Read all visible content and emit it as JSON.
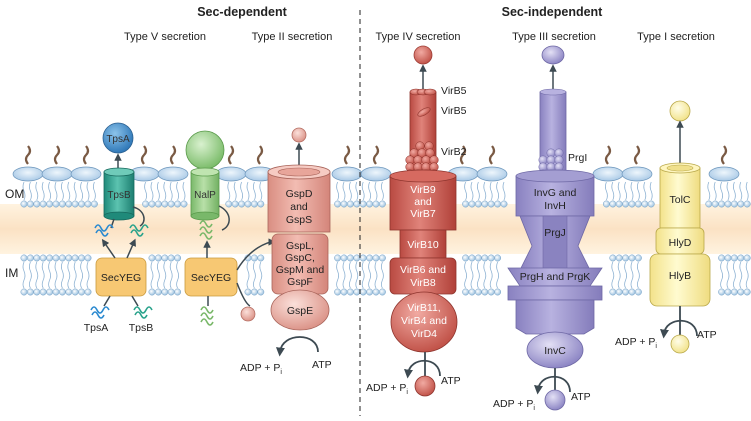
{
  "headers": {
    "sec_dependent": "Sec-dependent",
    "sec_independent": "Sec-independent"
  },
  "systems": {
    "type5": "Type V secretion",
    "type2": "Type II secretion",
    "type4": "Type IV secretion",
    "type3": "Type III secretion",
    "type1": "Type I secretion"
  },
  "membranes": {
    "om": "OM",
    "im": "IM"
  },
  "type5": {
    "tpsa_secreted": "TpsA",
    "tpsb": "TpsB",
    "nalp": "NalP",
    "secyeg_1": "SecYEG",
    "secyeg_2": "SecYEG",
    "tpsa_below": "TpsA",
    "tpsb_below": "TpsB"
  },
  "type2": {
    "gspd_line1": "GspD",
    "gspd_line2": "and",
    "gspd_line3": "GspS",
    "gspl_line1": "GspL,",
    "gspl_line2": "GspC,",
    "gspl_line3": "GspM and",
    "gspl_line4": "GspF",
    "gspe": "GspE",
    "adp": "ADP + P",
    "pi_sub": "i",
    "atp": "ATP"
  },
  "type4": {
    "virb5_a": "VirB5",
    "virb5_b": "VirB5",
    "virb2": "VirB2",
    "virb9_line1": "VirB9",
    "virb9_line2": "and",
    "virb9_line3": "VirB7",
    "virb10": "VirB10",
    "virb6_line1": "VirB6 and",
    "virb6_line2": "VirB8",
    "virb11_line1": "VirB11,",
    "virb11_line2": "VirB4 and",
    "virb11_line3": "VirD4",
    "adp": "ADP + P",
    "pi_sub": "i",
    "atp": "ATP"
  },
  "type3": {
    "prgi_needle": "PrgI",
    "invg_line1": "InvG and",
    "invg_line2": "InvH",
    "prgj": "PrgJ",
    "prgh": "PrgH and PrgK",
    "invc": "InvC",
    "adp": "ADP + P",
    "pi_sub": "i",
    "atp": "ATP"
  },
  "type1": {
    "tolc": "TolC",
    "hlyd": "HlyD",
    "hlyb": "HlyB",
    "adp": "ADP + P",
    "pi_sub": "i",
    "atp": "ATP"
  },
  "colors": {
    "type5_blue": "#3a86c8",
    "type5_teal": "#2fa08e",
    "type5_green": "#8cc87a",
    "secyeg": "#f7c873",
    "type2_salmon": "#e8a59a",
    "type4_red": "#c9564c",
    "type3_purple": "#9c95cc",
    "type1_yellow": "#f8eea6",
    "periplasm": "#fbe7cf",
    "membrane_head": "#d5e7f4"
  }
}
